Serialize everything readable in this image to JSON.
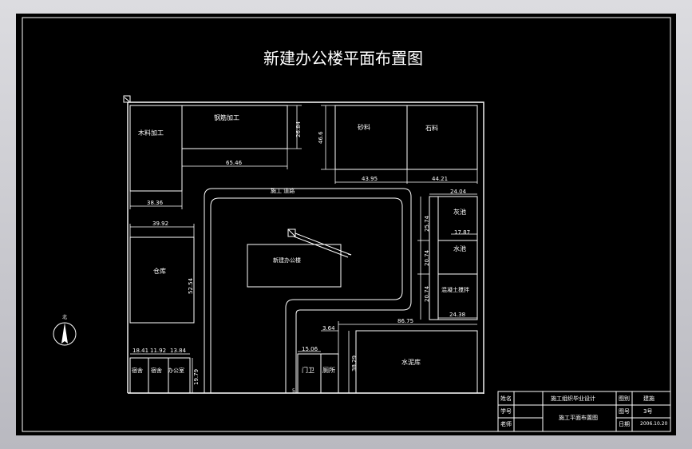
{
  "title": "新建办公楼平面布置图",
  "buildings": {
    "wood": "木料加工",
    "rebar": "钢筋加工",
    "sand": "砂料",
    "stone": "石料",
    "lime": "灰池",
    "water": "水池",
    "concrete_mixer": "混凝土搅拌",
    "road": "施工 道路",
    "office_new": "新建办公楼",
    "warehouse": "仓库",
    "dorm1": "宿舍",
    "dorm2": "宿舍",
    "office_room": "办公室",
    "guard": "门卫",
    "toilet": "厕所",
    "cement": "水泥库"
  },
  "dimensions": {
    "d1": "26.84",
    "d2": "46.6",
    "d3": "65.46",
    "d4": "43.95",
    "d5": "44.21",
    "d6": "38.36",
    "d7": "24.04",
    "d8": "25.74",
    "d9": "17.87",
    "d10": "39.92",
    "d11": "20.74",
    "d12": "20.74",
    "d13": "52.54",
    "d14": "24.38",
    "d15": "3.64",
    "d16": "86.75",
    "d17": "18.41",
    "d18": "11.92",
    "d19": "13.84",
    "d20": "15.06",
    "d21": "38.29",
    "d22": "19.79",
    "d23": "5"
  },
  "north_label": "北",
  "title_block": {
    "name_label": "姓名",
    "student_no_label": "学号",
    "teacher_label": "老师",
    "project": "施工组织毕业设计",
    "drawing_name": "施工平面布置图",
    "category_label": "图别",
    "category_value": "建施",
    "number_label": "图号",
    "number_value": "3号",
    "date_label": "日期",
    "date_value": "2006.10.20"
  }
}
